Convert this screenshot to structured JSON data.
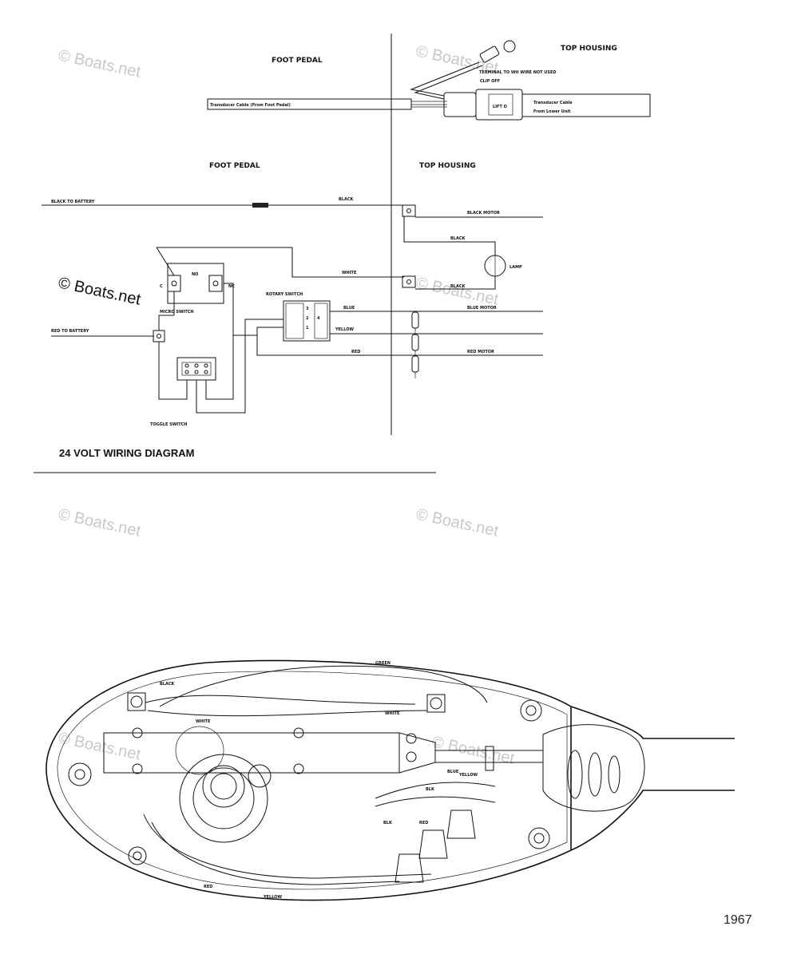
{
  "diagram": {
    "title": "24 VOLT WIRING DIAGRAM",
    "page_number": "1967",
    "watermark": "© Boats.net",
    "top_section": {
      "foot_pedal_label": "FOOT PEDAL",
      "top_housing_label": "TOP HOUSING",
      "cable_label": "Transducer Cable (From Foot Pedal)",
      "terminal_note": "TERMINAL TO WH WIRE NOT USED",
      "clip_note": "CLIP OFF",
      "transducer_label": "Transducer Cable",
      "lower_unit_label": "From Lower Unit",
      "plug_label": "LIFT O"
    },
    "wiring": {
      "foot_pedal_label": "FOOT PEDAL",
      "top_housing_label": "TOP HOUSING",
      "black_to_battery": "BLACK TO BATTERY",
      "red_to_battery": "RED TO BATTERY",
      "black": "BLACK",
      "black_motor": "BLACK MOTOR",
      "black_lower": "BLACK",
      "black_lamp": "BLACK",
      "lamp": "LAMP",
      "white": "WHITE",
      "blue": "BLUE",
      "blue_motor": "BLUE MOTOR",
      "yellow": "YELLOW",
      "red": "RED",
      "red_motor": "RED MOTOR",
      "nc": "NC",
      "no": "NO",
      "c": "C",
      "micro_switch": "MICRO SWITCH",
      "rotary_switch": "ROTARY SWITCH",
      "toggle_switch": "TOGGLE SWITCH",
      "rotary_pins": [
        "3",
        "2",
        "1",
        "4"
      ]
    },
    "housing_wire_labels": [
      "BLACK",
      "GREEN",
      "WHITE",
      "WHITE",
      "BLUE",
      "RED",
      "YELLOW",
      "RED",
      "YELLOW",
      "BLK",
      "BLK"
    ]
  }
}
